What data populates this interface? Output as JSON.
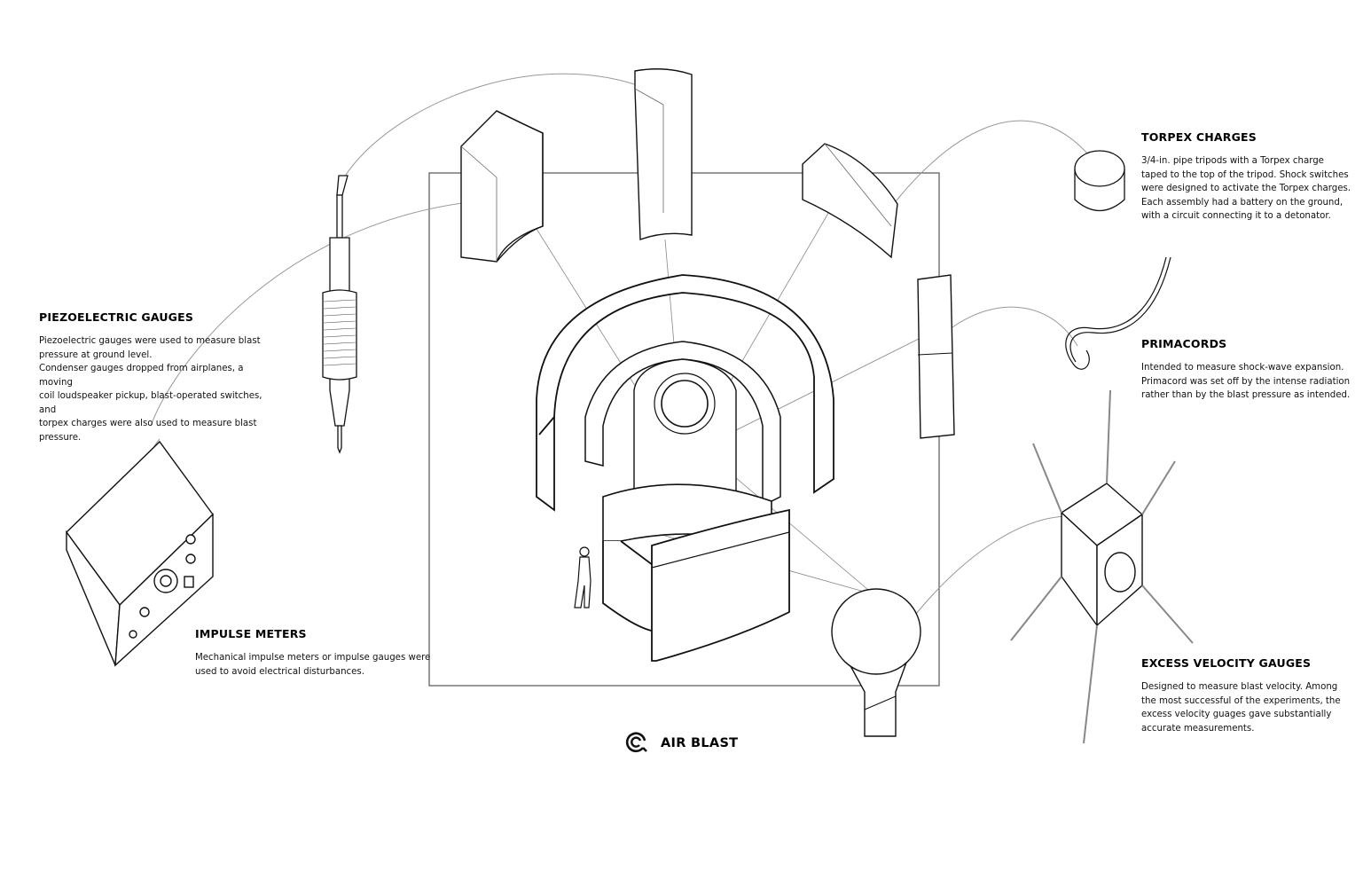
{
  "labels": {
    "piezo": {
      "title": "PIEZOELECTRIC GAUGES",
      "text": "Piezoelectric gauges were used to measure blast\npressure at ground level.\nCondenser gauges dropped from airplanes, a moving\ncoil loudspeaker pickup, blast-operated switches, and\ntorpex charges were also used to measure blast\npressure."
    },
    "impulse": {
      "title": "IMPULSE METERS",
      "text": "Mechanical impulse meters or impulse gauges were\nused to avoid electrical disturbances."
    },
    "torpex": {
      "title": "TORPEX CHARGES",
      "text": "3/4-in. pipe tripods with a Torpex charge\ntaped to the top of the tripod. Shock switches\nwere designed to activate the Torpex charges.\nEach assembly had a battery on the ground,\nwith a circuit connecting it to a detonator."
    },
    "primacords": {
      "title": "PRIMACORDS",
      "text": "Intended to measure shock-wave expansion.\nPrimacord was set off by the intense radiation\nrather than by the blast pressure as intended."
    },
    "velocity": {
      "title": "EXCESS VELOCITY GAUGES",
      "text": "Designed to measure blast velocity. Among\nthe most successful of the experiments, the\nexcess velocity guages gave substantially\naccurate measurements."
    }
  },
  "footer": {
    "title": "AIR BLAST",
    "icon": "air-blast-icon"
  },
  "colors": {
    "line": "#111111",
    "connector": "#9a9a9a",
    "frame": "#555555"
  }
}
